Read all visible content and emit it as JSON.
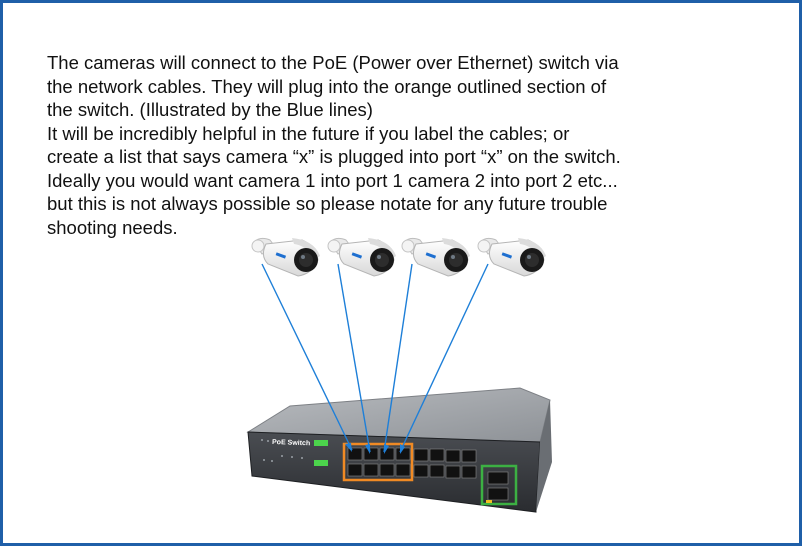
{
  "instructions": {
    "paragraph1": [
      "The cameras will connect to the PoE (Power over Ethernet) switch via",
      "the network cables. They will plug into the orange outlined section of",
      "the switch. (Illustrated by the Blue lines)"
    ],
    "paragraph2": [
      "It will be incredibly helpful in the future if you label the cables; or",
      "create a list that says camera “x” is plugged into port “x” on the switch.",
      "Ideally you would want camera 1 into port 1 camera 2 into port 2 etc...",
      "but this is not always possible so please notate for any future trouble",
      "shooting needs."
    ]
  },
  "switch": {
    "label": "PoE Switch"
  },
  "colors": {
    "border": "#1f5fa8",
    "cable": "#1e7fd8",
    "poe_outline": "#f08a24",
    "uplink_outline": "#3cb043",
    "camera_lens": "#1a1a1a",
    "camera_body": "#f2f2f2"
  }
}
